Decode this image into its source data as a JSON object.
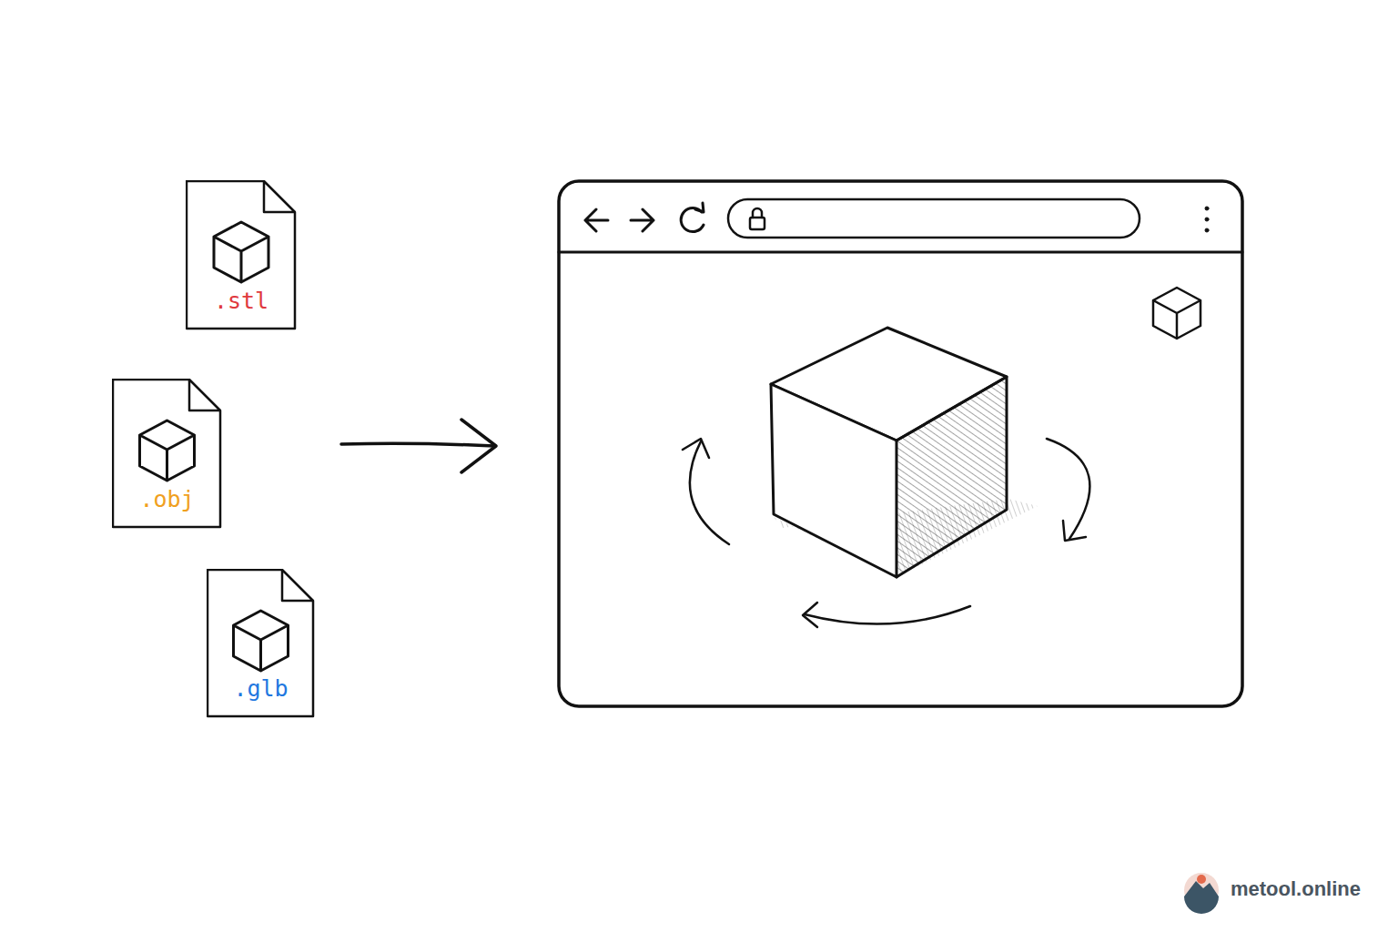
{
  "diagram": {
    "nodes": [
      {
        "text": [
          ".stl"
        ]
      },
      {
        "text": [
          ".obj"
        ]
      },
      {
        "text": [
          ".glb"
        ]
      }
    ],
    "labels": [
      "metool.online"
    ]
  }
}
